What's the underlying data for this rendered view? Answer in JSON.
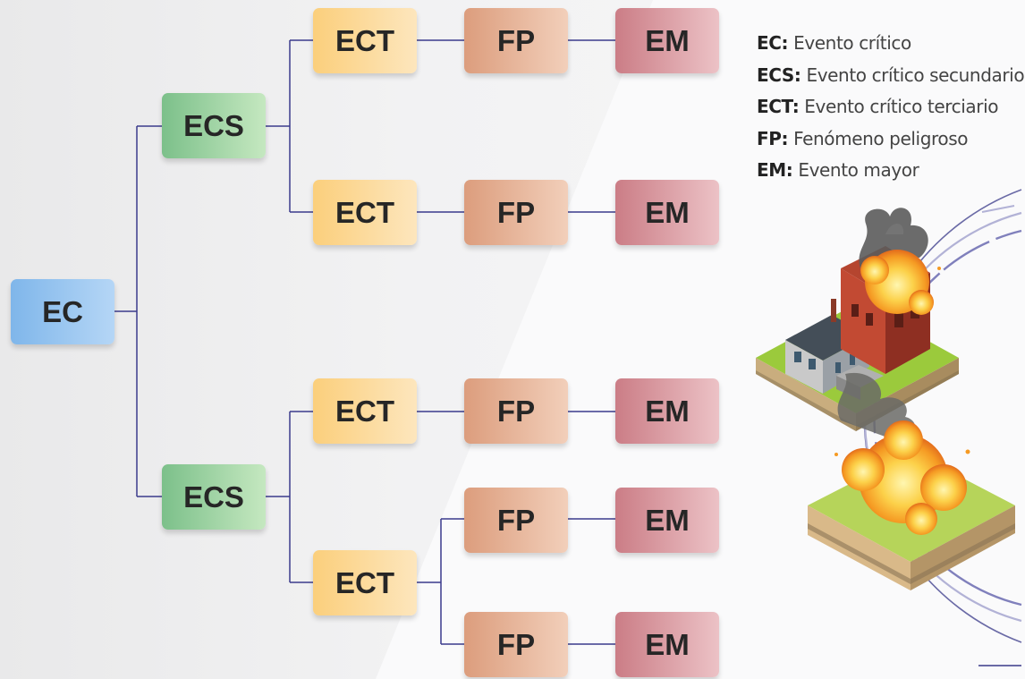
{
  "nodes": {
    "ec": "EC",
    "ecs_top": "ECS",
    "ecs_bottom": "ECS",
    "ect_1": "ECT",
    "fp_1": "FP",
    "em_1": "EM",
    "ect_2": "ECT",
    "fp_2": "FP",
    "em_2": "EM",
    "ect_3": "ECT",
    "fp_3": "FP",
    "em_3": "EM",
    "ect_4": "ECT",
    "fp_4a": "FP",
    "em_4a": "EM",
    "fp_4b": "FP",
    "em_4b": "EM"
  },
  "legend": [
    {
      "abbr": "EC:",
      "text": "Evento crítico"
    },
    {
      "abbr": "ECS:",
      "text": "Evento crítico secundario"
    },
    {
      "abbr": "ECT:",
      "text": "Evento crítico terciario"
    },
    {
      "abbr": "FP:",
      "text": "Fenómeno peligroso"
    },
    {
      "abbr": "EM:",
      "text": "Evento mayor"
    }
  ],
  "illustration": "burning-factory-illustration",
  "colors": {
    "ec": "#9cc7f0",
    "ecs": "#9fd4a4",
    "ect": "#fcd99c",
    "fp": "#e8b699",
    "em": "#dca0a6",
    "connector": "#3b3b8c"
  }
}
